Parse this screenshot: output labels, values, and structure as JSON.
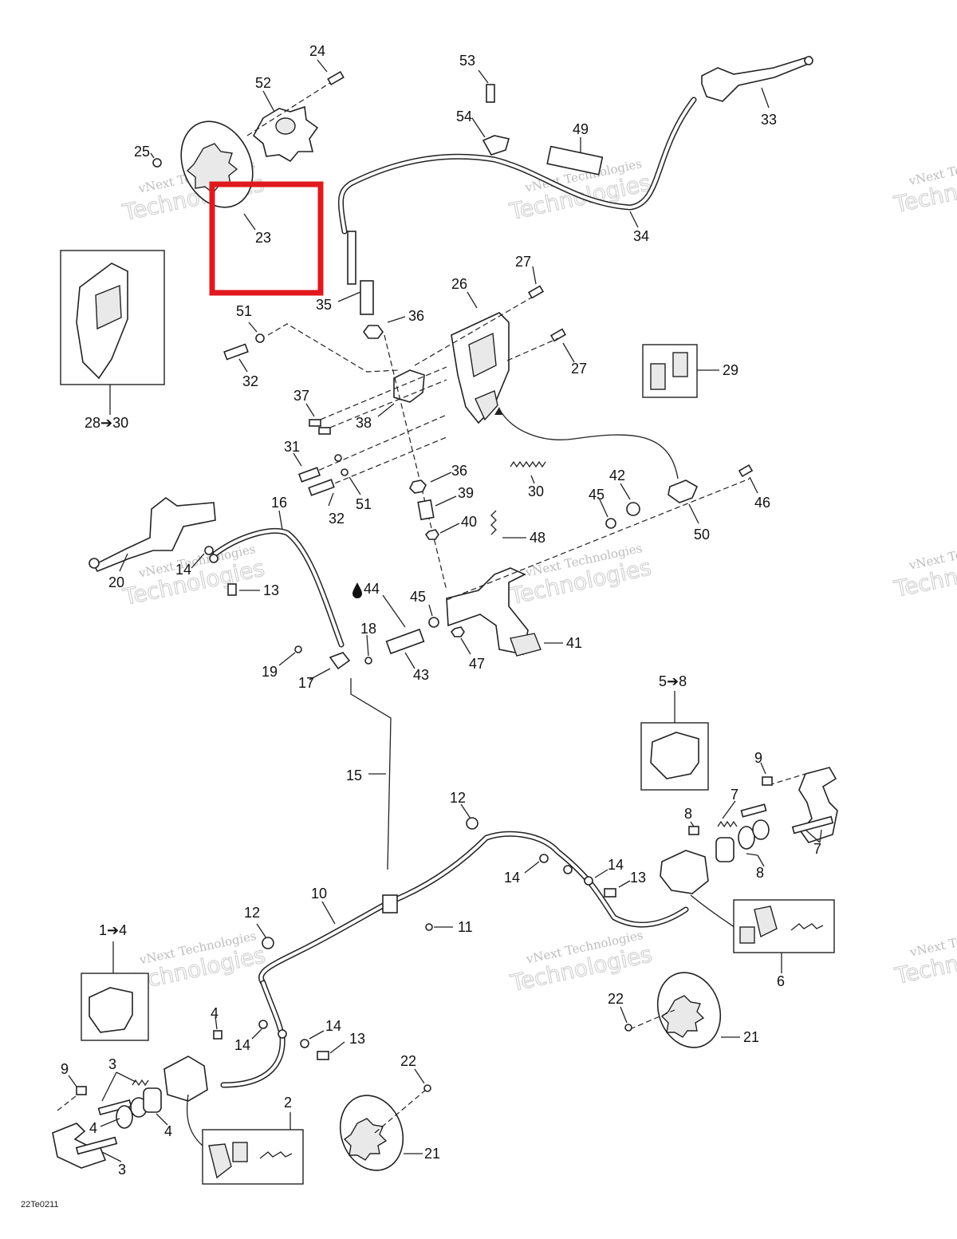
{
  "diagram": {
    "reference_code": "22Te0211",
    "highlight": {
      "color": "#e0191e",
      "target_part": "23"
    },
    "watermark_text_small": "vNext Technologies",
    "watermark_text_large": "Technologies",
    "part_labels": {
      "p1_4": "1➔4",
      "p2": "2",
      "p3a": "3",
      "p3b": "3",
      "p4a": "4",
      "p4b": "4",
      "p4c": "4",
      "p5_8": "5➔8",
      "p6": "6",
      "p7a": "7",
      "p7b": "7",
      "p8a": "8",
      "p8b": "8",
      "p9a": "9",
      "p9b": "9",
      "p10": "10",
      "p11": "11",
      "p12a": "12",
      "p12b": "12",
      "p13a": "13",
      "p13b": "13",
      "p13c": "13",
      "p14a": "14",
      "p14b": "14",
      "p14c": "14",
      "p14d": "14",
      "p14e": "14",
      "p15": "15",
      "p16": "16",
      "p17": "17",
      "p18": "18",
      "p19": "19",
      "p20": "20",
      "p21a": "21",
      "p21b": "21",
      "p22a": "22",
      "p22b": "22",
      "p23": "23",
      "p24": "24",
      "p25": "25",
      "p26": "26",
      "p27a": "27",
      "p27b": "27",
      "p28_30": "28➔30",
      "p29": "29",
      "p30": "30",
      "p31": "31",
      "p32a": "32",
      "p32b": "32",
      "p33": "33",
      "p34": "34",
      "p35": "35",
      "p36a": "36",
      "p36b": "36",
      "p37": "37",
      "p38": "38",
      "p39": "39",
      "p40": "40",
      "p41": "41",
      "p42": "42",
      "p43": "43",
      "p44": "44",
      "p45a": "45",
      "p45b": "45",
      "p46": "46",
      "p47": "47",
      "p48": "48",
      "p49": "49",
      "p50": "50",
      "p51a": "51",
      "p51b": "51",
      "p52": "52",
      "p53": "53",
      "p54": "54"
    }
  }
}
